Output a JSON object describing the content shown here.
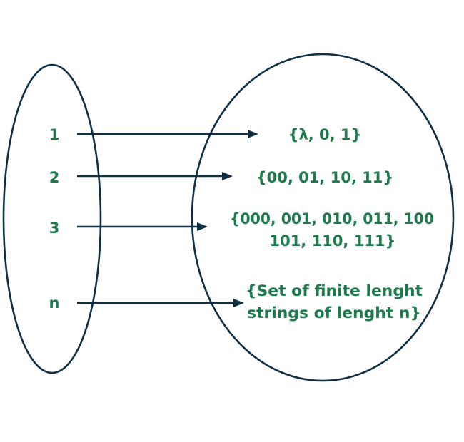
{
  "domain_items": [
    "1",
    "2",
    "3",
    "n"
  ],
  "codomain_items": [
    {
      "lines": [
        "{λ, 0, 1}"
      ]
    },
    {
      "lines": [
        "{00, 01, 10, 11}"
      ]
    },
    {
      "lines": [
        "{000, 001, 010, 011, 100",
        "101, 110, 111}"
      ]
    },
    {
      "lines": [
        "{Set of finite lenght",
        "strings of lenght n}"
      ]
    }
  ],
  "colors": {
    "label": "#1e7a4d",
    "stroke": "#0f2f45",
    "background": "#ffffff"
  }
}
